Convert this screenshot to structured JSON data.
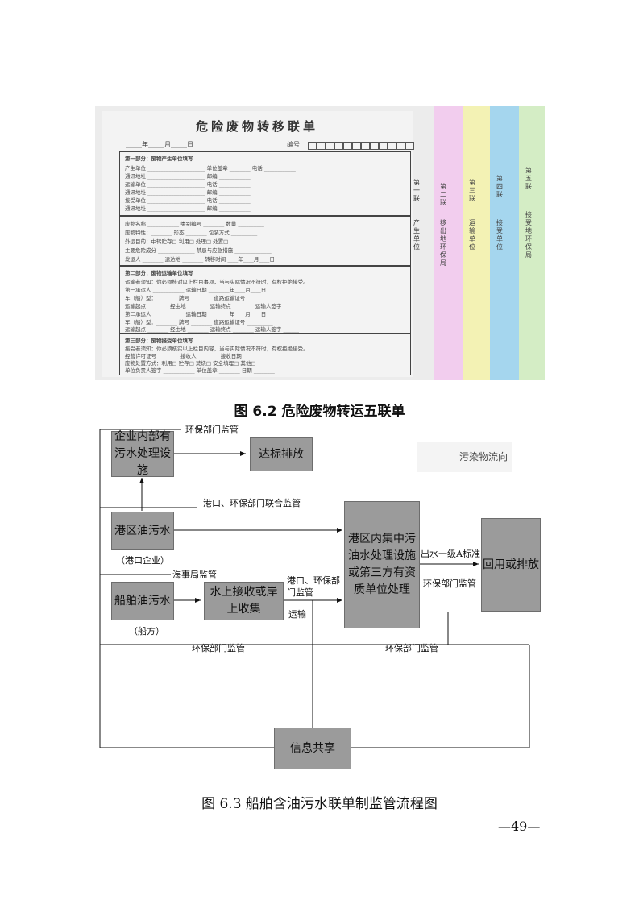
{
  "form_image": {
    "title": "危险废物转移联单",
    "date": "_____年_____月_____日",
    "number_label": "编号",
    "part1_header": "第一部分：废物产生单位填写",
    "part1_lines": [
      "产生单位 ______________________  单位盖章 ________  电话 ____________",
      "通讯地址 ______________________  邮编 ____________",
      "运输单位 ______________________  电话 ____________",
      "通讯地址 ______________________  邮编 ____________",
      "接受单位 ______________________  电话 ____________",
      "通讯地址 ______________________  邮编 ____________"
    ],
    "waste_lines": [
      "废物名称 ____________  类别编号 ________  数量 __________",
      "废物特性：________  形态 ________  包装方式 __________",
      "外运目的：中转贮存□  利用□  处理□  处置□",
      "主要危险成分 ______________  禁忌与应急措施 ______________",
      "发运人 ________  运达地 ________  转移时间 ____年____月____日"
    ],
    "part2_header": "第二部分：废物运输单位填写",
    "part2_lines": [
      "运输者须知：你必须核对以上栏目事项，当与实际情况不符时，有权拒绝接受。",
      "第一承运人 ____________  运输日期 ________年____月____日",
      "车（船）型：________  牌号 ________  道路运输证号 __________",
      "运输起点 ________  经由地 ________  运输终点 ________  运输人签字 ______",
      "第二承运人 ____________  运输日期 ________年____月____日",
      "车（船）型：________  牌号 ________  道路运输证号 __________",
      "运输起点 ________  经由地 ________  运输终点 ________  运输人签字 ______"
    ],
    "part3_header": "第三部分：废物接受单位填写",
    "part3_lines": [
      "接受者须知：你必须核实以上栏目内容，当与实际情况不符时，有权拒绝接受。",
      "经营许可证号 ________  接收人 ________  接收日期 __________",
      "废物处置方式：利用□  贮存□  焚烧□  安全填埋□  其他□",
      "单位负责人签字 ____________  单位盖章 ________  日期 ________"
    ],
    "side_label_1": "第一联",
    "side_label_2": "产生单位",
    "copies": [
      {
        "name": "第二联",
        "unit": "移出地环保局",
        "color": "#f2cdee"
      },
      {
        "name": "第三联",
        "unit": "运输单位",
        "color": "#f3f2b4"
      },
      {
        "name": "第四联",
        "unit": "接受单位",
        "color": "#a5d6ee"
      },
      {
        "name": "第五联",
        "unit": "接受地环保局",
        "color": "#d4edc5"
      }
    ]
  },
  "caption_62": "图 6.2    危险废物转运五联单",
  "flow": {
    "boxes": {
      "internal_treatment": "企业内部有污水处理设施",
      "discharge": "达标排放",
      "port_oily_water": "港区油污水",
      "ship_oily_water": "船舶油污水",
      "water_receive": "水上接收或岸上收集",
      "port_central": "港区内集中污油水处理设施或第三方有资质单位处理",
      "reuse": "回用或排放",
      "info_share": "信息共享"
    },
    "labels": {
      "env_supervision_top": "环保部门监管",
      "joint_supervision": "港口、环保部门联合监管",
      "port_enterprise": "（港口企业）",
      "msa_supervision": "海事局监管",
      "ship_side": "（船方）",
      "port_env_supervision": "港口、环保部门监管",
      "transport": "运输",
      "effluent_standard": "出水一级A标准",
      "env_supervision_right": "环保部门监管",
      "env_supervision_bottom_left": "环保部门监管",
      "env_supervision_bottom_right": "环保部门监管"
    },
    "legend": "污染物流向"
  },
  "caption_63": "图 6.3    船舶含油污水联单制监管流程图",
  "page_number": "—49—"
}
